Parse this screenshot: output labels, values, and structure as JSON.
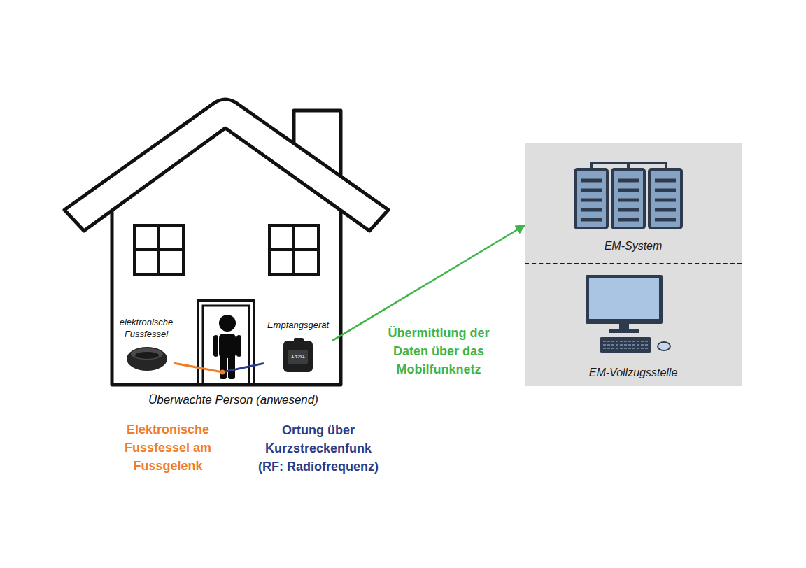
{
  "diagram": {
    "nodes": [
      {
        "text": [
          "Überwachte Person (anwesend)"
        ]
      },
      {
        "text": [
          "elektronische Fussfessel"
        ],
        "in": 0
      },
      {
        "text": [
          "Empfangsgerät"
        ],
        "in": 0
      },
      {
        "text": [
          "EM-System"
        ]
      },
      {
        "text": [
          "EM-Vollzugsstelle"
        ]
      }
    ],
    "edges": [
      {
        "from": 1,
        "to": 2,
        "arrow": "none"
      },
      {
        "from": 2,
        "to": 3,
        "label": "Übermittlung der Daten über das Mobilfunknetz",
        "arrow": "to"
      }
    ],
    "labels": [
      "14:41",
      "Elektronische Fussfessel am Fussgelenk",
      "Ortung über Kurzstreckenfunk (RF: Radiofrequenz)"
    ]
  }
}
